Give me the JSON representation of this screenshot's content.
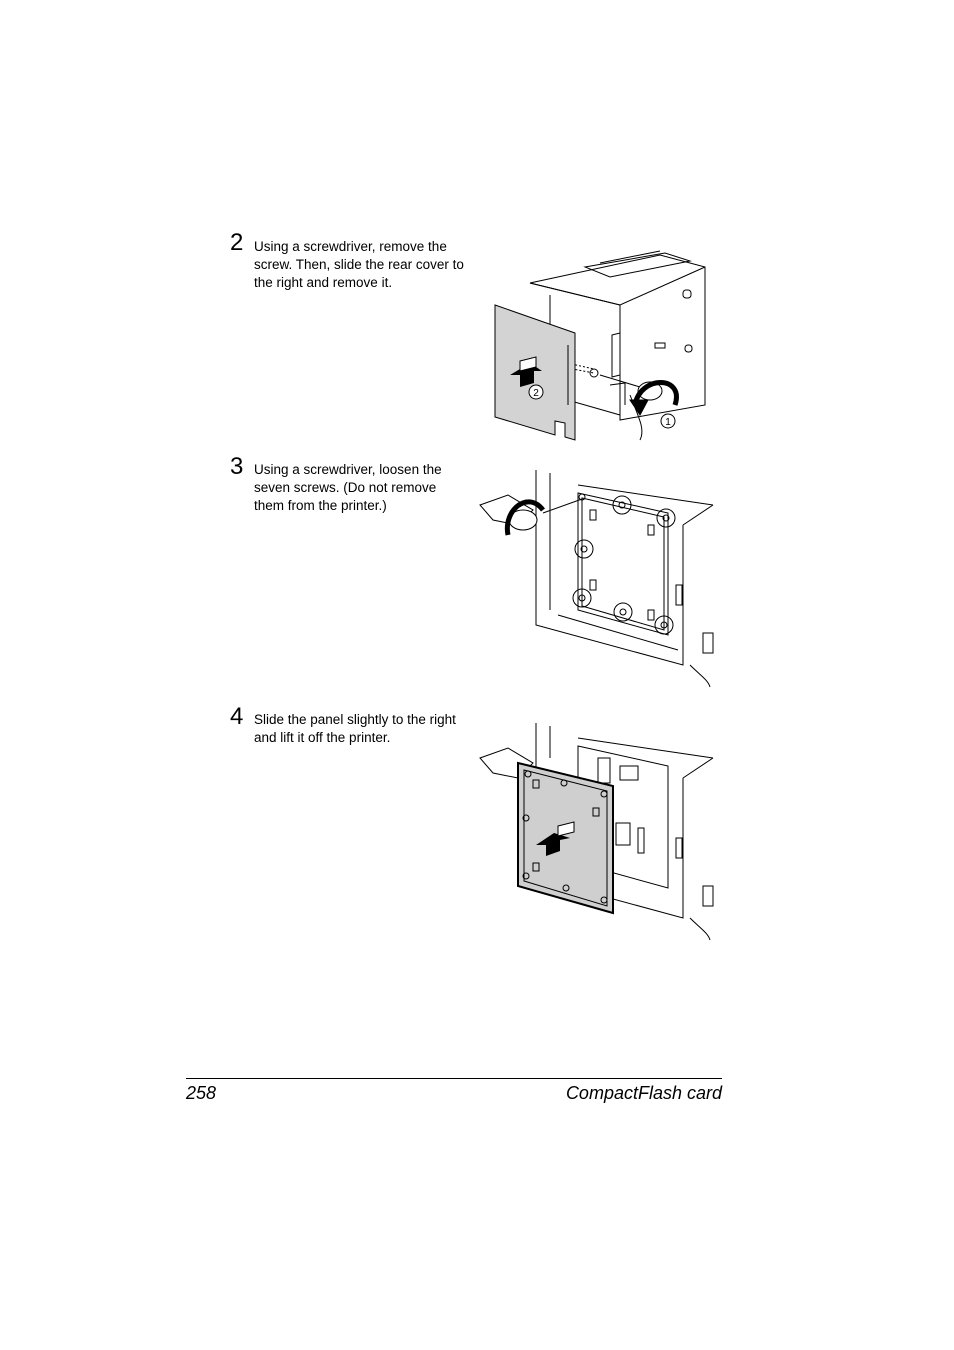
{
  "steps": [
    {
      "number": "2",
      "text": "Using a screwdriver, remove the screw. Then, slide the rear cover to the right and remove it."
    },
    {
      "number": "3",
      "text": "Using a screwdriver, loosen the seven screws. (Do not remove them from the printer.)"
    },
    {
      "number": "4",
      "text": "Slide the panel slightly to the right and lift it off the printer."
    }
  ],
  "figure1": {
    "callout_1": "1",
    "callout_2": "2"
  },
  "footer": {
    "page_number": "258",
    "section_title": "CompactFlash card"
  }
}
